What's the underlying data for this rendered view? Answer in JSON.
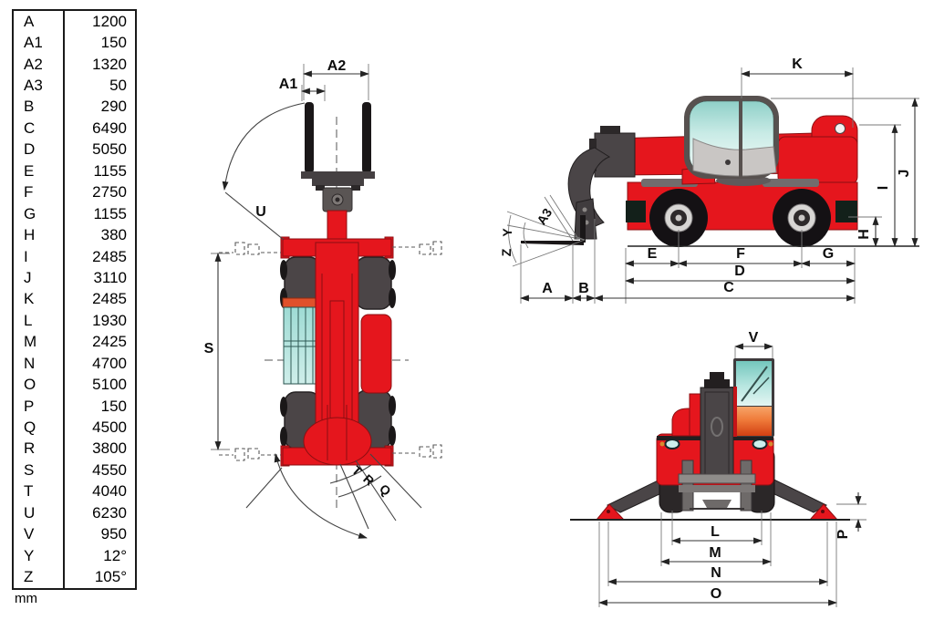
{
  "unit_label": "mm",
  "dimension_table": {
    "rows": [
      {
        "key": "A",
        "value": "1200"
      },
      {
        "key": "A1",
        "value": "150"
      },
      {
        "key": "A2",
        "value": "1320"
      },
      {
        "key": "A3",
        "value": "50"
      },
      {
        "key": "B",
        "value": "290"
      },
      {
        "key": "C",
        "value": "6490"
      },
      {
        "key": "D",
        "value": "5050"
      },
      {
        "key": "E",
        "value": "1155"
      },
      {
        "key": "F",
        "value": "2750"
      },
      {
        "key": "G",
        "value": "1155"
      },
      {
        "key": "H",
        "value": "380"
      },
      {
        "key": "I",
        "value": "2485"
      },
      {
        "key": "J",
        "value": "3110"
      },
      {
        "key": "K",
        "value": "2485"
      },
      {
        "key": "L",
        "value": "1930"
      },
      {
        "key": "M",
        "value": "2425"
      },
      {
        "key": "N",
        "value": "4700"
      },
      {
        "key": "O",
        "value": "5100"
      },
      {
        "key": "P",
        "value": "150"
      },
      {
        "key": "Q",
        "value": "4500"
      },
      {
        "key": "R",
        "value": "3800"
      },
      {
        "key": "S",
        "value": "4550"
      },
      {
        "key": "T",
        "value": "4040"
      },
      {
        "key": "U",
        "value": "6230"
      },
      {
        "key": "V",
        "value": "950"
      },
      {
        "key": "Y",
        "value": "12°"
      },
      {
        "key": "Z",
        "value": "105°"
      }
    ]
  },
  "views": {
    "top": {
      "labels": {
        "A1": "A1",
        "A2": "A2",
        "U": "U",
        "S": "S",
        "T": "T",
        "R": "R",
        "Q": "Q"
      }
    },
    "side": {
      "labels": {
        "K": "K",
        "J": "J",
        "I": "I",
        "H": "H",
        "E": "E",
        "F": "F",
        "G": "G",
        "D": "D",
        "C": "C",
        "A": "A",
        "B": "B",
        "A3": "A3",
        "Y": "Y",
        "Z": "Z"
      }
    },
    "front": {
      "labels": {
        "V": "V",
        "P": "P",
        "L": "L",
        "M": "M",
        "N": "N",
        "O": "O"
      }
    }
  },
  "colors": {
    "machine_red": "#e5161d",
    "dark_red_outline": "#8c0f12",
    "dark_gray": "#4a4547",
    "tire_black": "#1a1718",
    "glass_teal": "#a8ded8",
    "cab_orange": "#ef7b3a",
    "dimension_line": "#333333"
  }
}
